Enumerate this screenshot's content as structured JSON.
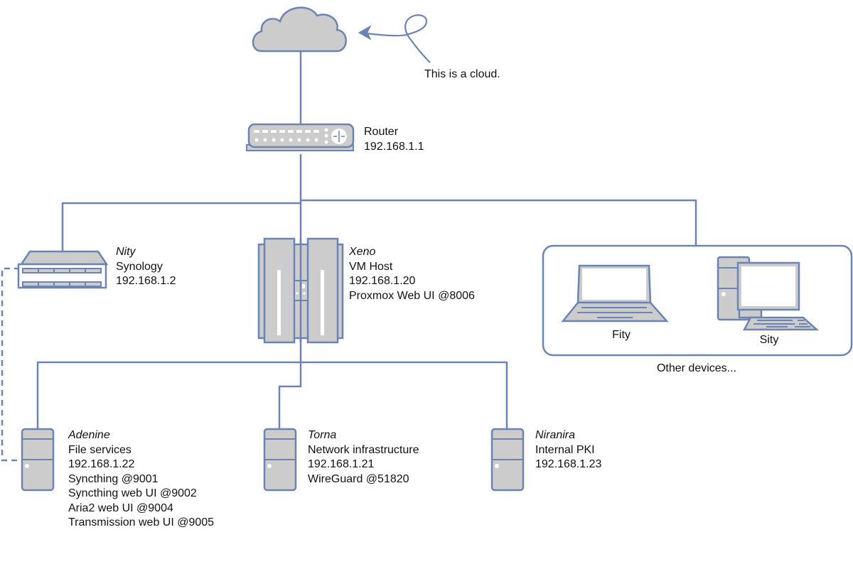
{
  "colors": {
    "stroke": "#6b84b4",
    "fill": "#cccccc",
    "screen": "#ffffff",
    "text": "#111111",
    "background": "#ffffff"
  },
  "cloud": {
    "icon": "cloud-icon",
    "annotation": "This is a cloud."
  },
  "router": {
    "icon": "router-icon",
    "title": "Router",
    "ip": "192.168.1.1"
  },
  "nity": {
    "icon": "nas-icon",
    "name": "Nity",
    "lines": [
      "Synology",
      "192.168.1.2"
    ]
  },
  "xeno": {
    "icon": "server-rack-icon",
    "name": "Xeno",
    "lines": [
      "VM Host",
      "192.168.1.20",
      "Proxmox Web UI @8006"
    ]
  },
  "other_devices": {
    "label": "Other devices...",
    "devices": [
      {
        "icon": "laptop-icon",
        "name": "Fity"
      },
      {
        "icon": "desktop-icon",
        "name": "Sity"
      }
    ]
  },
  "adenine": {
    "icon": "server-icon",
    "name": "Adenine",
    "lines": [
      "File services",
      "192.168.1.22",
      "Syncthing @9001",
      "Syncthing web UI @9002",
      "Aria2 web UI @9004",
      "Transmission web UI @9005"
    ]
  },
  "torna": {
    "icon": "server-icon",
    "name": "Torna",
    "lines": [
      "Network infrastructure",
      "192.168.1.21",
      "WireGuard @51820"
    ]
  },
  "niranira": {
    "icon": "server-icon",
    "name": "Niranira",
    "lines": [
      "Internal PKI",
      "192.168.1.23"
    ]
  }
}
